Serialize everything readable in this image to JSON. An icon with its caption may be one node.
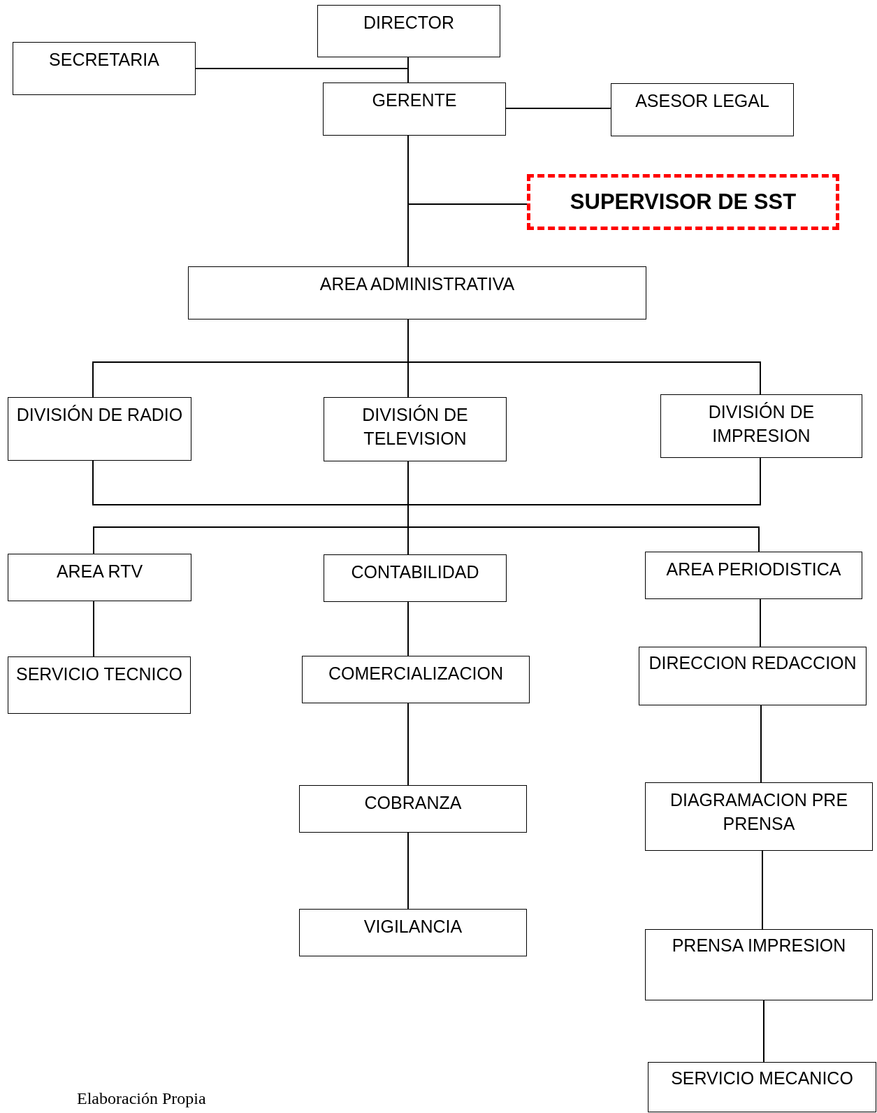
{
  "diagram": {
    "nodes": [
      {
        "text": [
          "DIRECTOR"
        ]
      },
      {
        "text": [
          "SECRETARIA"
        ]
      },
      {
        "text": [
          "GERENTE"
        ]
      },
      {
        "text": [
          "ASESOR LEGAL"
        ]
      },
      {
        "text": [
          "SUPERVISOR DE SST"
        ]
      },
      {
        "text": [
          "AREA ADMINISTRATIVA"
        ]
      },
      {
        "text": [
          "DIVISIÓN DE RADIO"
        ]
      },
      {
        "text": [
          "DIVISIÓN DE TELEVISION"
        ]
      },
      {
        "text": [
          "DIVISIÓN DE IMPRESION"
        ]
      },
      {
        "text": [
          "AREA RTV"
        ]
      },
      {
        "text": [
          "CONTABILIDAD"
        ]
      },
      {
        "text": [
          "AREA PERIODISTICA"
        ]
      },
      {
        "text": [
          "SERVICIO TECNICO"
        ]
      },
      {
        "text": [
          "COMERCIALIZACION"
        ]
      },
      {
        "text": [
          "DIRECCION REDACCION"
        ]
      },
      {
        "text": [
          "COBRANZA"
        ]
      },
      {
        "text": [
          "DIAGRAMACION PRE PRENSA"
        ]
      },
      {
        "text": [
          "VIGILANCIA"
        ]
      },
      {
        "text": [
          "PRENSA IMPRESION"
        ]
      },
      {
        "text": [
          "SERVICIO MECANICO"
        ]
      }
    ],
    "edges": [
      {
        "from": 0,
        "to": 2,
        "arrow": "none"
      },
      {
        "from": 0,
        "to": 1,
        "arrow": "none"
      },
      {
        "from": 2,
        "to": 3,
        "arrow": "none"
      },
      {
        "from": 2,
        "to": 4,
        "arrow": "none"
      },
      {
        "from": 2,
        "to": 5,
        "arrow": "none"
      },
      {
        "from": 5,
        "to": 6,
        "arrow": "none"
      },
      {
        "from": 5,
        "to": 7,
        "arrow": "none"
      },
      {
        "from": 5,
        "to": 8,
        "arrow": "none"
      },
      {
        "from": 6,
        "to": 9,
        "arrow": "none"
      },
      {
        "from": 6,
        "to": 10,
        "arrow": "none"
      },
      {
        "from": 6,
        "to": 11,
        "arrow": "none"
      },
      {
        "from": 7,
        "to": 9,
        "arrow": "none"
      },
      {
        "from": 7,
        "to": 10,
        "arrow": "none"
      },
      {
        "from": 7,
        "to": 11,
        "arrow": "none"
      },
      {
        "from": 8,
        "to": 9,
        "arrow": "none"
      },
      {
        "from": 8,
        "to": 10,
        "arrow": "none"
      },
      {
        "from": 8,
        "to": 11,
        "arrow": "none"
      },
      {
        "from": 9,
        "to": 12,
        "arrow": "none"
      },
      {
        "from": 10,
        "to": 13,
        "arrow": "none"
      },
      {
        "from": 13,
        "to": 15,
        "arrow": "none"
      },
      {
        "from": 15,
        "to": 17,
        "arrow": "none"
      },
      {
        "from": 11,
        "to": 14,
        "arrow": "none"
      },
      {
        "from": 14,
        "to": 16,
        "arrow": "none"
      },
      {
        "from": 16,
        "to": 18,
        "arrow": "none"
      },
      {
        "from": 18,
        "to": 19,
        "arrow": "none"
      }
    ],
    "labels": [
      "Elaboración Propia"
    ]
  }
}
